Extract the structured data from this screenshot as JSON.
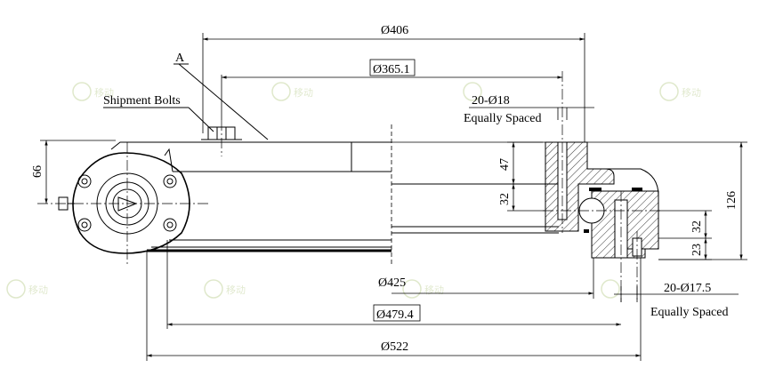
{
  "labels": {
    "section_marker": "A",
    "shipment_bolts": "Shipment Bolts",
    "bolt_holes_top": "20-Ø18",
    "equally_spaced_top": "Equally Spaced",
    "bolt_holes_bottom": "20-Ø17.5",
    "equally_spaced_bottom": "Equally Spaced"
  },
  "dimensions": {
    "d406": "Ø406",
    "d365": "Ø365.1",
    "d425": "Ø425",
    "d479": "Ø479.4",
    "d522": "Ø522",
    "h66": "66",
    "h47": "47",
    "h32a": "32",
    "h126": "126",
    "h32b": "32",
    "h23": "23"
  },
  "watermark": {
    "text": "移动"
  }
}
